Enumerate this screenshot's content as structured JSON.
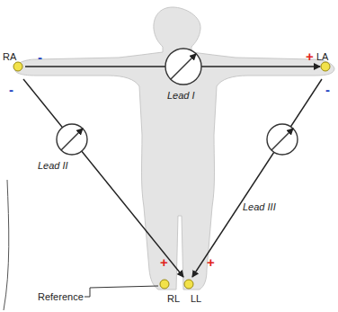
{
  "diagram": {
    "labels": [
      "RA",
      "-",
      "+",
      "LA",
      "-",
      "-",
      "Lead I",
      "Lead II",
      "Lead III",
      "+",
      "+",
      "Reference",
      "RL",
      "LL"
    ]
  }
}
